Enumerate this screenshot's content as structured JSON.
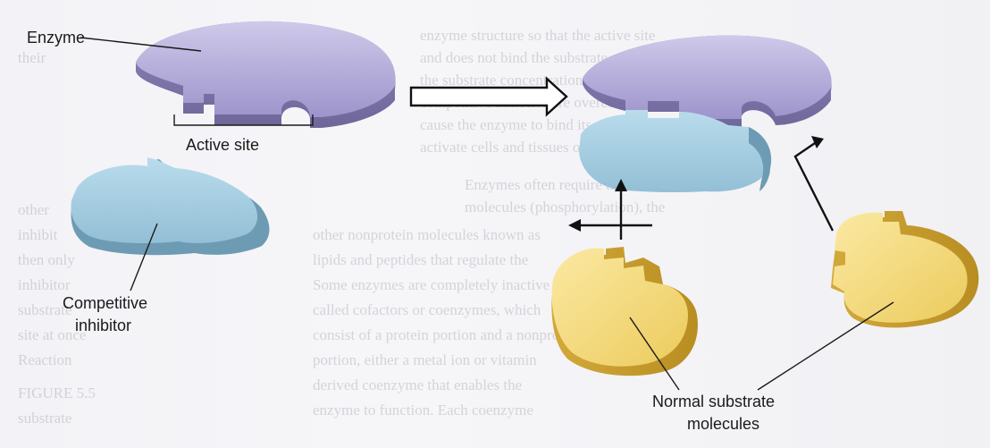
{
  "labels": {
    "enzyme": "Enzyme",
    "active_site": "Active site",
    "competitive_inhibitor_line1": "Competitive",
    "competitive_inhibitor_line2": "inhibitor",
    "normal_substrate_line1": "Normal substrate",
    "normal_substrate_line2": "molecules"
  },
  "colors": {
    "enzyme": "#aba3d3",
    "inhibitor": "#a6cce0",
    "substrate": "#f3d97a",
    "background": "#f3f2f6"
  }
}
